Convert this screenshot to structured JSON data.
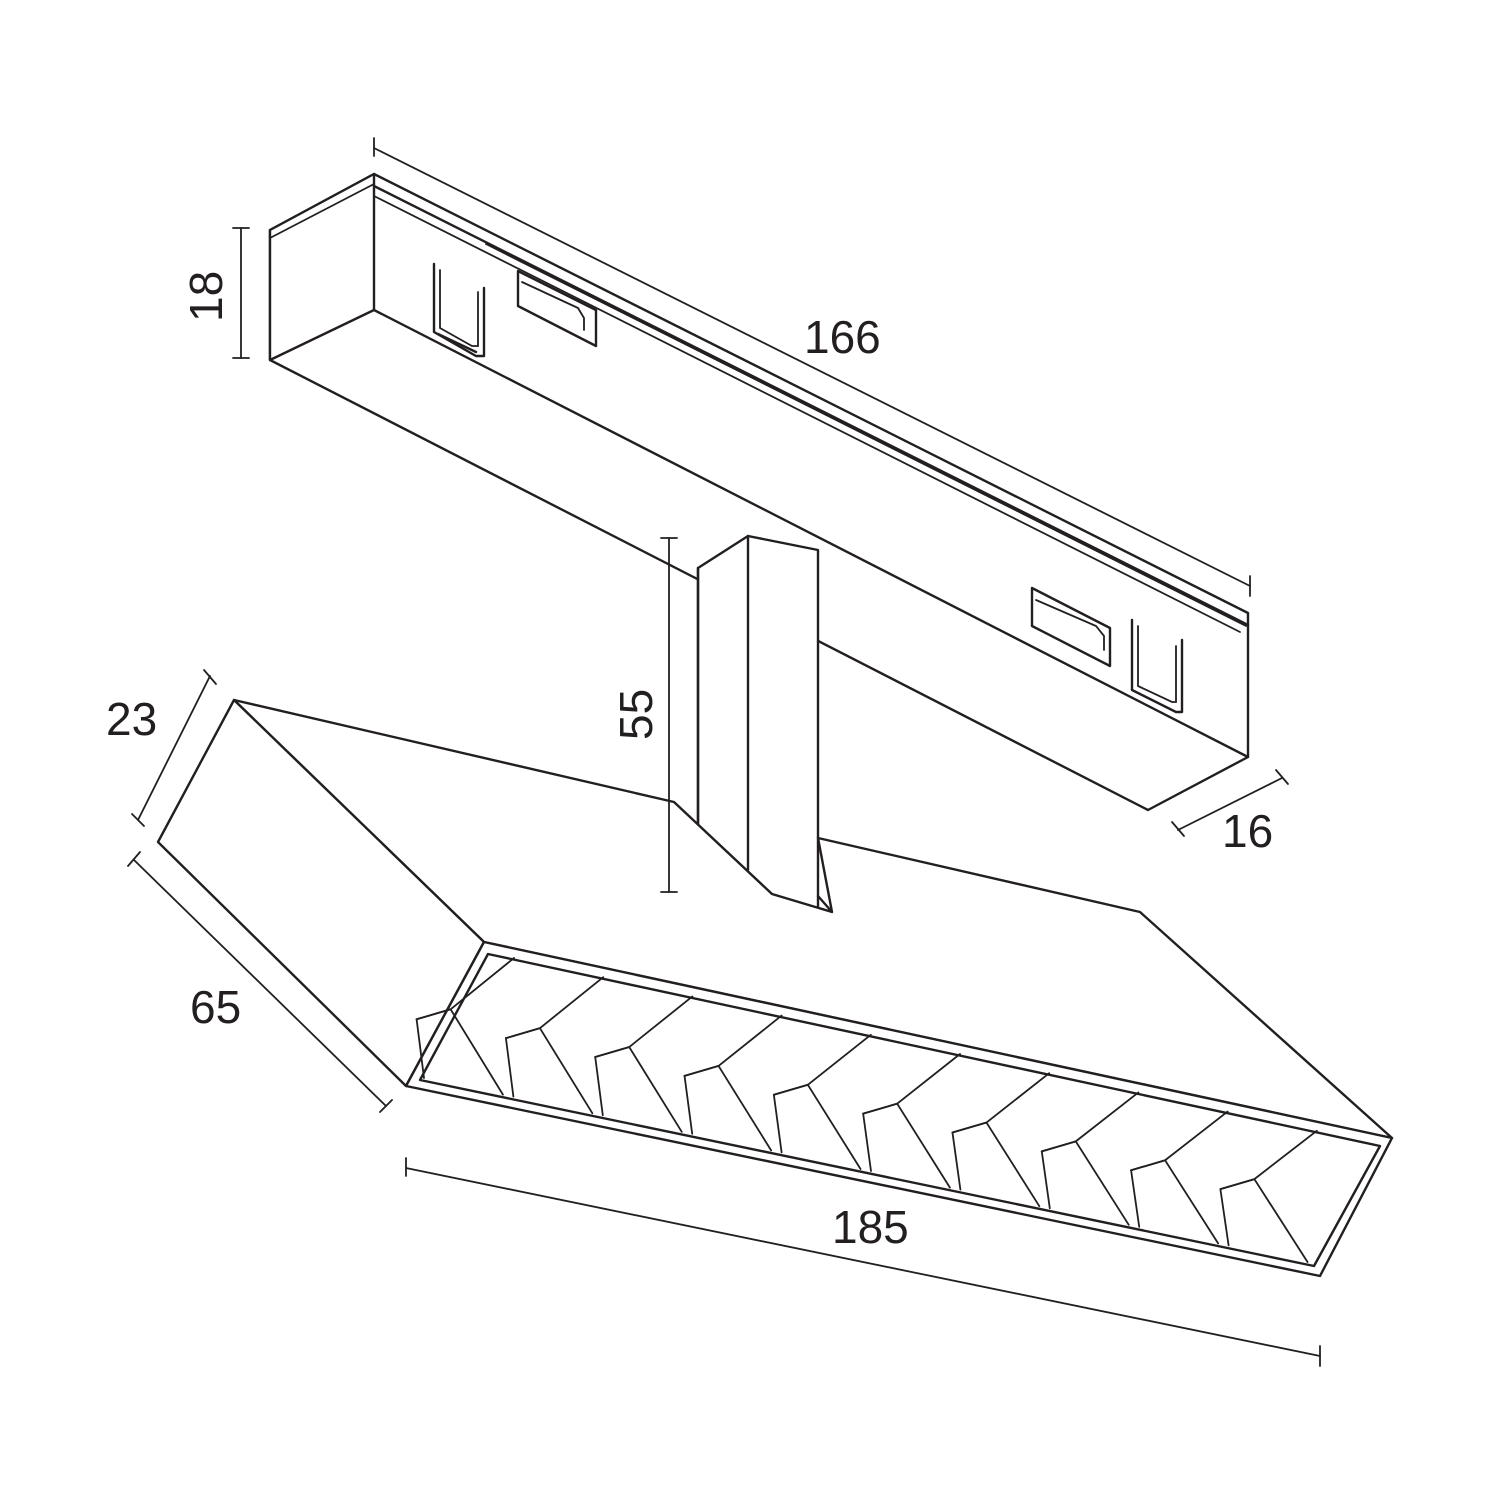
{
  "dimensions": {
    "rail_length": "166",
    "rail_height": "18",
    "rail_width": "16",
    "stem_height": "55",
    "head_height": "23",
    "head_depth": "65",
    "head_length": "185"
  },
  "colors": {
    "line": "#231f20",
    "background": "#ffffff"
  }
}
